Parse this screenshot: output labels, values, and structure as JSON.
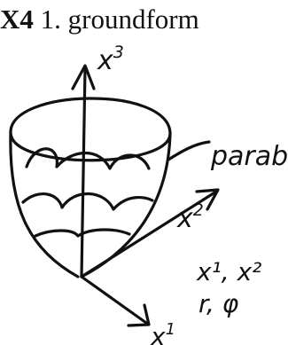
{
  "heading": {
    "tag": "X4",
    "text": "1. groundform"
  },
  "diagram": {
    "axis_x3": "x",
    "axis_x3_sup": "3",
    "axis_x2": "x",
    "axis_x2_sup": "2",
    "axis_x1": "x",
    "axis_x1_sup": "1",
    "surface_label": "parab.",
    "coords_line1": "x¹, x²",
    "coords_line2": "r, φ"
  },
  "colors": {
    "ink": "#111111",
    "background": "#ffffff"
  }
}
